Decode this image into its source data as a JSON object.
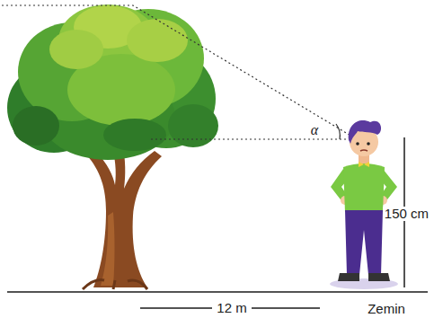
{
  "diagram": {
    "labels": [
      "α",
      "150 cm",
      "12 m",
      "Zemin"
    ]
  }
}
